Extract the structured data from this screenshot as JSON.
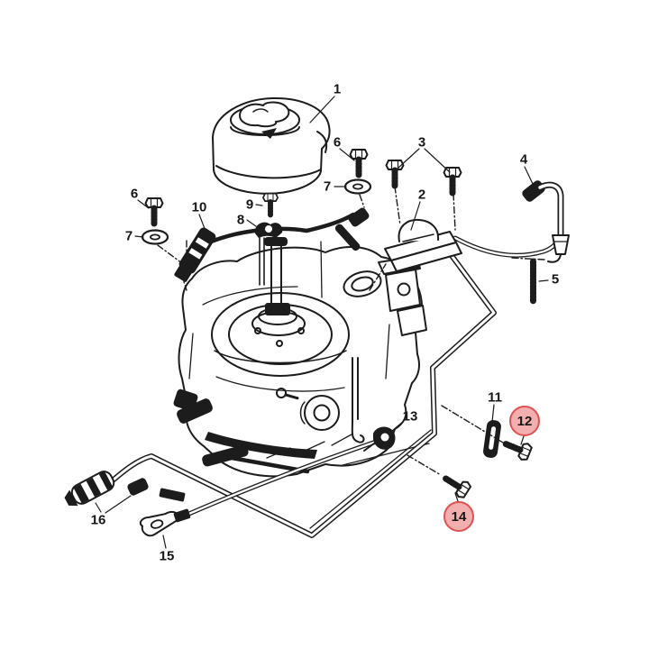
{
  "figure": {
    "type": "exploded-parts-diagram",
    "background_color": "#ffffff",
    "line_color": "#1c1c1c",
    "highlight_fill": "#f09d9d",
    "highlight_border": "#dd5250",
    "highlighted_callouts": [
      "12",
      "14"
    ]
  },
  "callouts": [
    {
      "num": "1",
      "highlighted": false
    },
    {
      "num": "6",
      "highlighted": false
    },
    {
      "num": "7",
      "highlighted": false
    },
    {
      "num": "3",
      "highlighted": false
    },
    {
      "num": "4",
      "highlighted": false
    },
    {
      "num": "2",
      "highlighted": false
    },
    {
      "num": "5",
      "highlighted": false
    },
    {
      "num": "6",
      "highlighted": false
    },
    {
      "num": "7",
      "highlighted": false
    },
    {
      "num": "10",
      "highlighted": false
    },
    {
      "num": "9",
      "highlighted": false
    },
    {
      "num": "8",
      "highlighted": false
    },
    {
      "num": "11",
      "highlighted": false
    },
    {
      "num": "12",
      "highlighted": true
    },
    {
      "num": "13",
      "highlighted": false
    },
    {
      "num": "14",
      "highlighted": true
    },
    {
      "num": "15",
      "highlighted": false
    },
    {
      "num": "16",
      "highlighted": false
    }
  ]
}
